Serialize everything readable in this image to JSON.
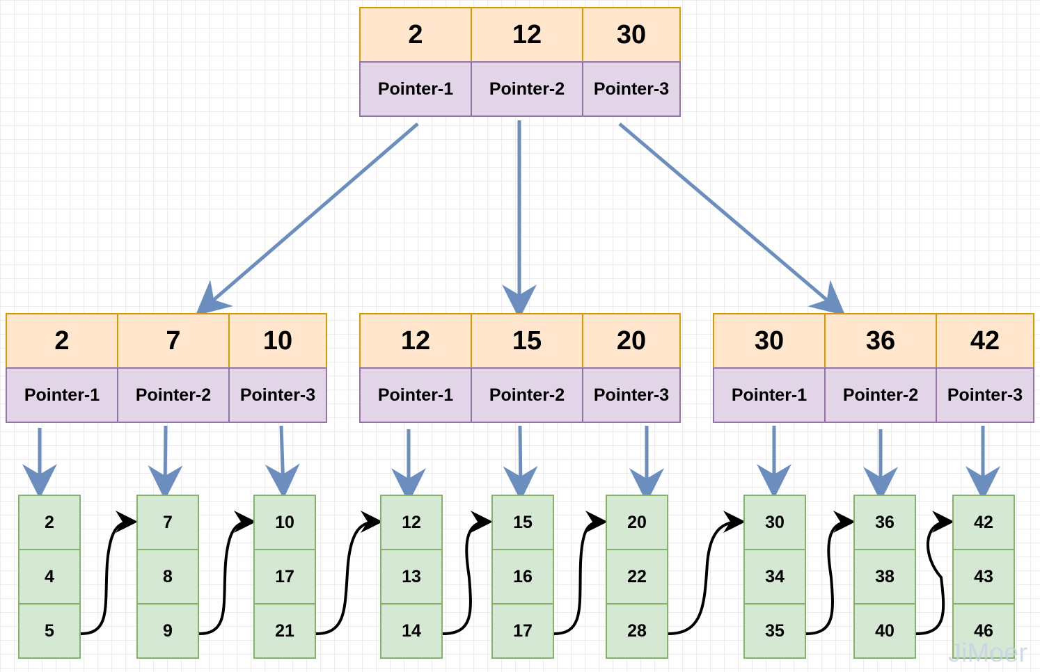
{
  "root": {
    "keys": [
      "2",
      "12",
      "30"
    ],
    "pointers": [
      "Pointer-1",
      "Pointer-2",
      "Pointer-3"
    ]
  },
  "internal": [
    {
      "keys": [
        "2",
        "7",
        "10"
      ],
      "pointers": [
        "Pointer-1",
        "Pointer-2",
        "Pointer-3"
      ]
    },
    {
      "keys": [
        "12",
        "15",
        "20"
      ],
      "pointers": [
        "Pointer-1",
        "Pointer-2",
        "Pointer-3"
      ]
    },
    {
      "keys": [
        "30",
        "36",
        "42"
      ],
      "pointers": [
        "Pointer-1",
        "Pointer-2",
        "Pointer-3"
      ]
    }
  ],
  "leaves": [
    [
      "2",
      "4",
      "5"
    ],
    [
      "7",
      "8",
      "9"
    ],
    [
      "10",
      "17",
      "21"
    ],
    [
      "12",
      "13",
      "14"
    ],
    [
      "15",
      "16",
      "17"
    ],
    [
      "20",
      "22",
      "28"
    ],
    [
      "30",
      "34",
      "35"
    ],
    [
      "36",
      "38",
      "40"
    ],
    [
      "42",
      "43",
      "46"
    ]
  ],
  "colors": {
    "key_fill": "#ffe6cc",
    "key_border": "#d79b00",
    "pointer_fill": "#e1d5e7",
    "pointer_border": "#9673a6",
    "leaf_fill": "#d5e8d4",
    "leaf_border": "#82b366",
    "tree_arrow": "#6c8ebf",
    "leaf_link": "#000000"
  },
  "watermark": "JiMoer"
}
